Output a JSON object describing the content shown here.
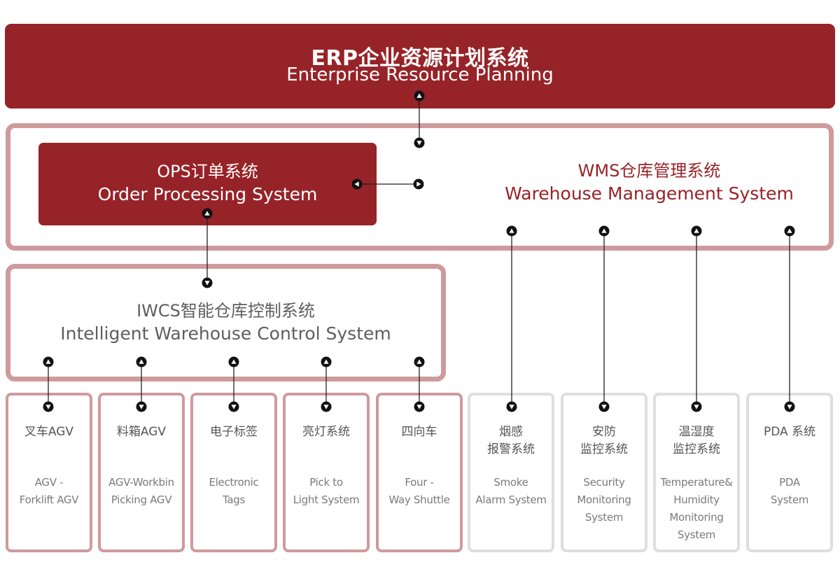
{
  "erp": {
    "cn": "ERP企业资源计划系统",
    "en": "Enterprise Resource Planning"
  },
  "ops": {
    "cn": "OPS订单系统",
    "en": "Order Processing System"
  },
  "wms": {
    "cn": "WMS仓库管理系统",
    "en": "Warehouse Management System"
  },
  "iwcs": {
    "cn": "IWCS智能仓库控制系统",
    "en": "Intelligent Warehouse Control System"
  },
  "cards": [
    {
      "cn": "叉车AGV",
      "en": "AGV -\nForklift AGV",
      "group": "iwcs"
    },
    {
      "cn": "料箱AGV",
      "en": "AGV-Workbin\nPicking AGV",
      "group": "iwcs"
    },
    {
      "cn": "电子标签",
      "en": "Electronic\nTags",
      "group": "iwcs"
    },
    {
      "cn": "亮灯系统",
      "en": "Pick to\nLight System",
      "group": "iwcs"
    },
    {
      "cn": "四向车",
      "en": "Four -\nWay Shuttle",
      "group": "iwcs"
    },
    {
      "cn": "烟感\n报警系统",
      "en": "Smoke\nAlarm System",
      "group": "wms"
    },
    {
      "cn": "安防\n监控系统",
      "en": "Security\nMonitoring\nSystem",
      "group": "wms"
    },
    {
      "cn": "温湿度\n监控系统",
      "en": "Temperature&\nHumidity\nMonitoring\nSystem",
      "group": "wms"
    },
    {
      "cn": "PDA 系统",
      "en": "PDA\nSystem",
      "group": "wms"
    }
  ],
  "colors": {
    "primary": "#962328",
    "border_red": "#cf9a9c",
    "border_grey": "#dedede"
  }
}
